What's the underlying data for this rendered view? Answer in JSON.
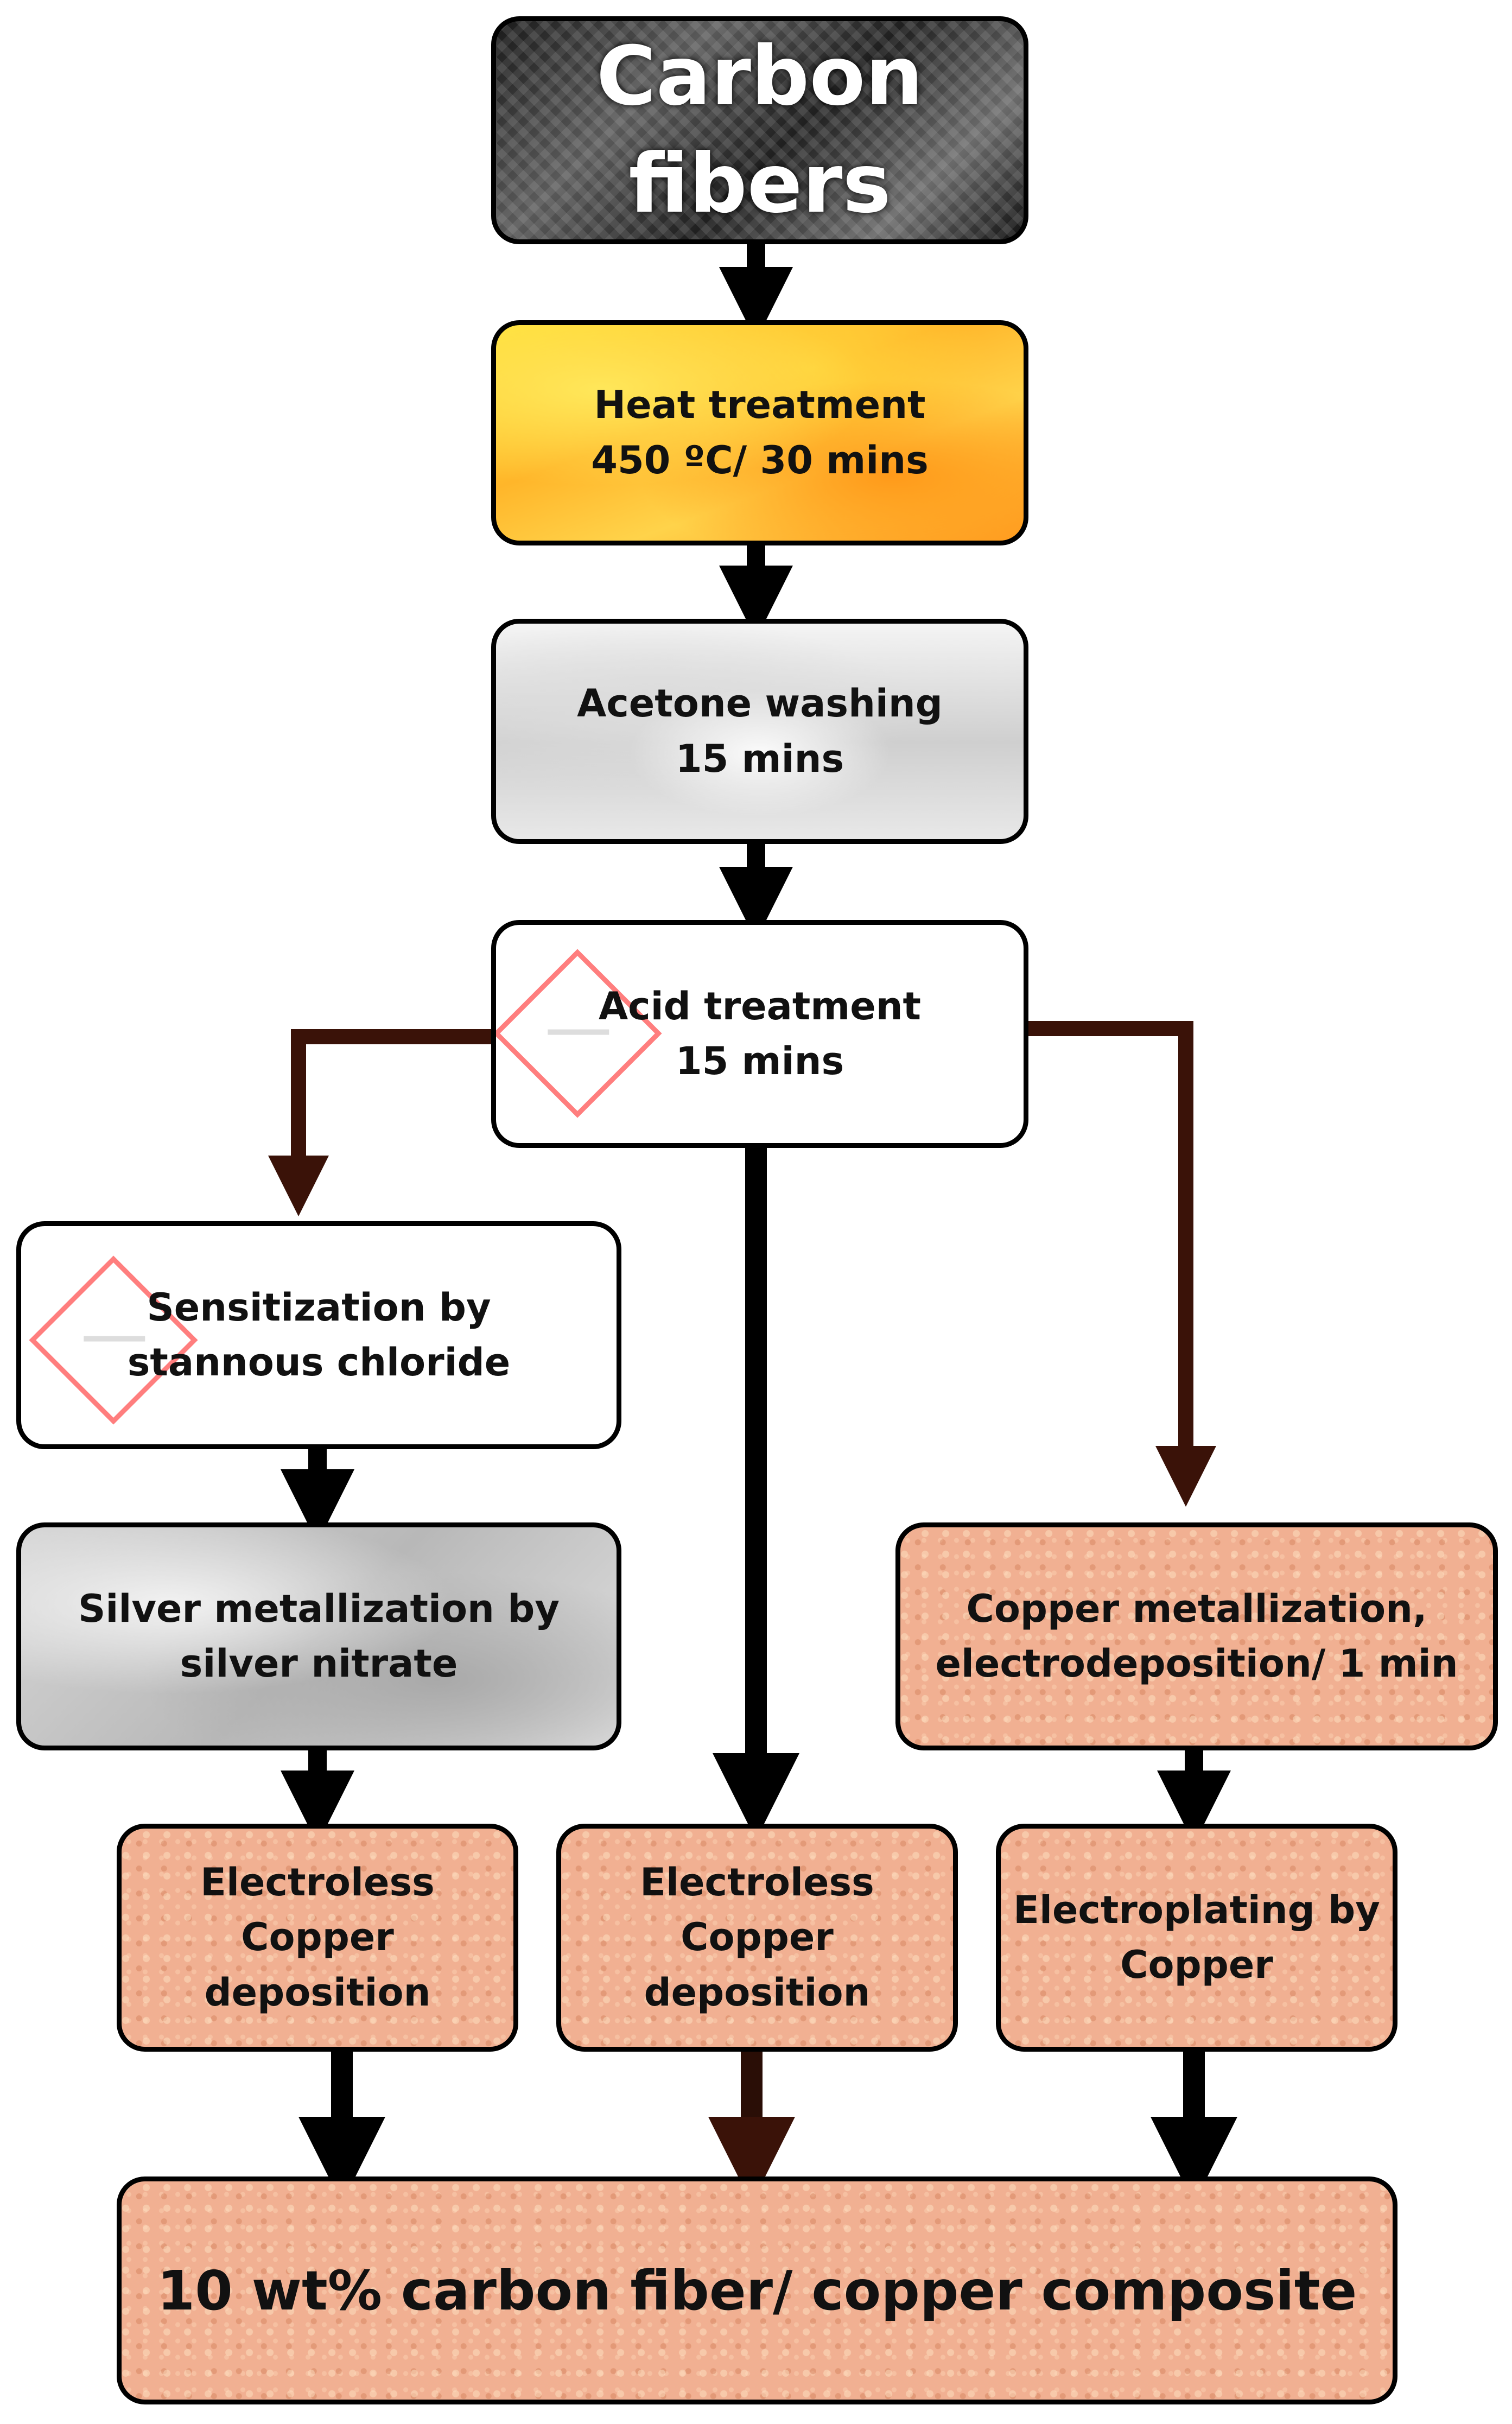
{
  "diagram": {
    "nodes": {
      "carbon_fibers": {
        "lines": [
          "Carbon",
          "fibers"
        ]
      },
      "heat_treatment": {
        "lines": [
          "Heat treatment",
          "450 ºC/ 30 mins"
        ]
      },
      "acetone_washing": {
        "lines": [
          "Acetone washing",
          "15 mins"
        ]
      },
      "acid_treatment": {
        "lines": [
          "Acid treatment",
          "15 mins"
        ]
      },
      "sensitization": {
        "lines": [
          "Sensitization by",
          "stannous chloride"
        ]
      },
      "silver_metallization": {
        "lines": [
          "Silver metallization by",
          "silver nitrate"
        ]
      },
      "copper_metallization": {
        "lines": [
          "Copper metallization,",
          "electrodeposition/ 1 min"
        ]
      },
      "electroless_left": {
        "lines": [
          "Electroless",
          "Copper",
          "deposition"
        ]
      },
      "electroless_center": {
        "lines": [
          "Electroless",
          "Copper",
          "deposition"
        ]
      },
      "electroplating": {
        "lines": [
          "Electroplating by",
          "Copper"
        ]
      },
      "composite": {
        "lines": [
          "10 wt% carbon fiber/ copper composite"
        ]
      }
    },
    "colors": {
      "arrow": "#000000",
      "branch_arrow": "#3a1208",
      "copper_fill": "#f1b092",
      "hazard": "#ff7e7e"
    },
    "icons": {
      "acid_treatment": "corrosive-hazard-icon",
      "sensitization": "corrosive-hazard-icon"
    }
  }
}
